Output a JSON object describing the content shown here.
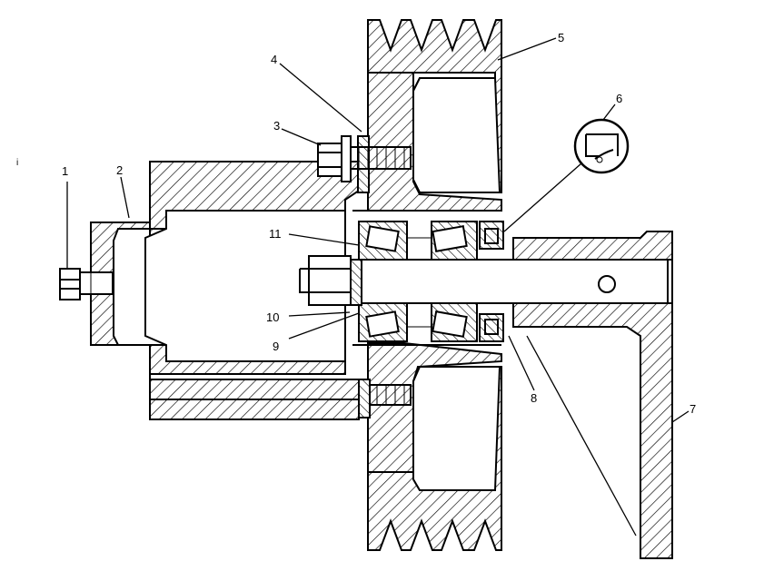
{
  "callouts": [
    {
      "id": "1",
      "text": "1"
    },
    {
      "id": "2",
      "text": "2"
    },
    {
      "id": "3",
      "text": "3"
    },
    {
      "id": "4",
      "text": "4"
    },
    {
      "id": "5",
      "text": "5"
    },
    {
      "id": "6",
      "text": "6"
    },
    {
      "id": "7",
      "text": "7"
    },
    {
      "id": "8",
      "text": "8"
    },
    {
      "id": "9",
      "text": "9"
    },
    {
      "id": "10",
      "text": "10"
    },
    {
      "id": "11",
      "text": "11"
    }
  ],
  "stray_mark": "i"
}
